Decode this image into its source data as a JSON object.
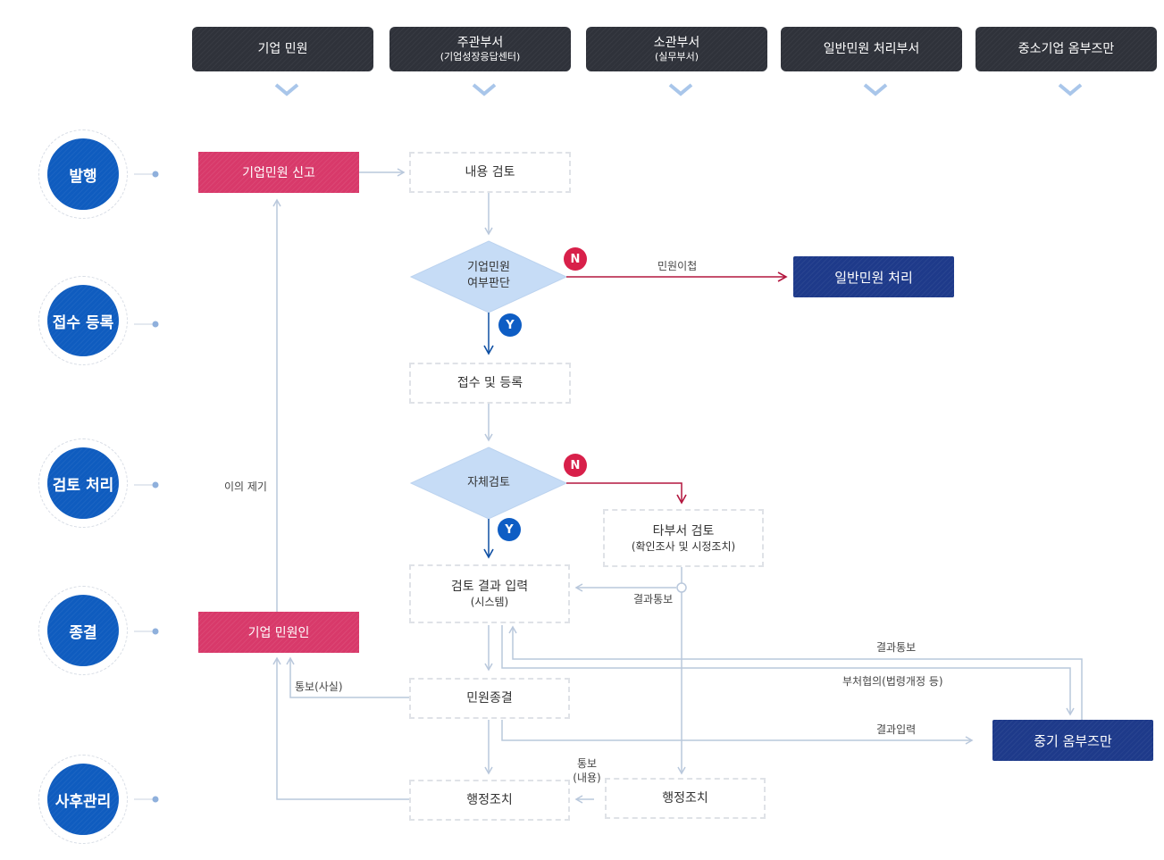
{
  "columns": [
    {
      "main": "기업 민원",
      "sub": ""
    },
    {
      "main": "주관부서",
      "sub": "(기업성장응답센터)"
    },
    {
      "main": "소관부서",
      "sub": "(실무부서)"
    },
    {
      "main": "일반민원 처리부서",
      "sub": ""
    },
    {
      "main": "중소기업 옴부즈만",
      "sub": ""
    }
  ],
  "stages": [
    "발행",
    "접수 등록",
    "검토 처리",
    "종결",
    "사후관리"
  ],
  "nodes": {
    "report": "기업민원 신고",
    "content_review": "내용 검토",
    "judge_line1": "기업민원",
    "judge_line2": "여부판단",
    "general_process": "일반민원 처리",
    "receipt": "접수 및 등록",
    "self_review": "자체검토",
    "other_review": "타부서 검토",
    "other_review_sub": "(확인조사 및 시정조치)",
    "result_input": "검토 결과 입력",
    "result_input_sub": "(시스템)",
    "complainant": "기업 민원인",
    "close": "민원종결",
    "ombudsman": "중기 옴부즈만",
    "admin_action_left": "행정조치",
    "admin_action_right": "행정조치"
  },
  "badges": {
    "n": "N",
    "y": "Y"
  },
  "labels": {
    "transfer": "민원이첩",
    "objection": "이의 제기",
    "result_notice_1": "결과통보",
    "result_notice_2": "결과통보",
    "consult": "부처협의(법령개정 등)",
    "result_entry": "결과입력",
    "notice_fact": "통보(사실)",
    "notice_content_1": "통보",
    "notice_content_2": "(내용)"
  },
  "colors": {
    "header": "#2f323a",
    "stage": "#0f5cbf",
    "pink": "#d8396a",
    "navy": "#1e3a8a",
    "diamond": "#c6dcf6",
    "no_line": "#b3163e",
    "yes_line": "#0e4fa3",
    "connector": "#b9c8dc"
  }
}
